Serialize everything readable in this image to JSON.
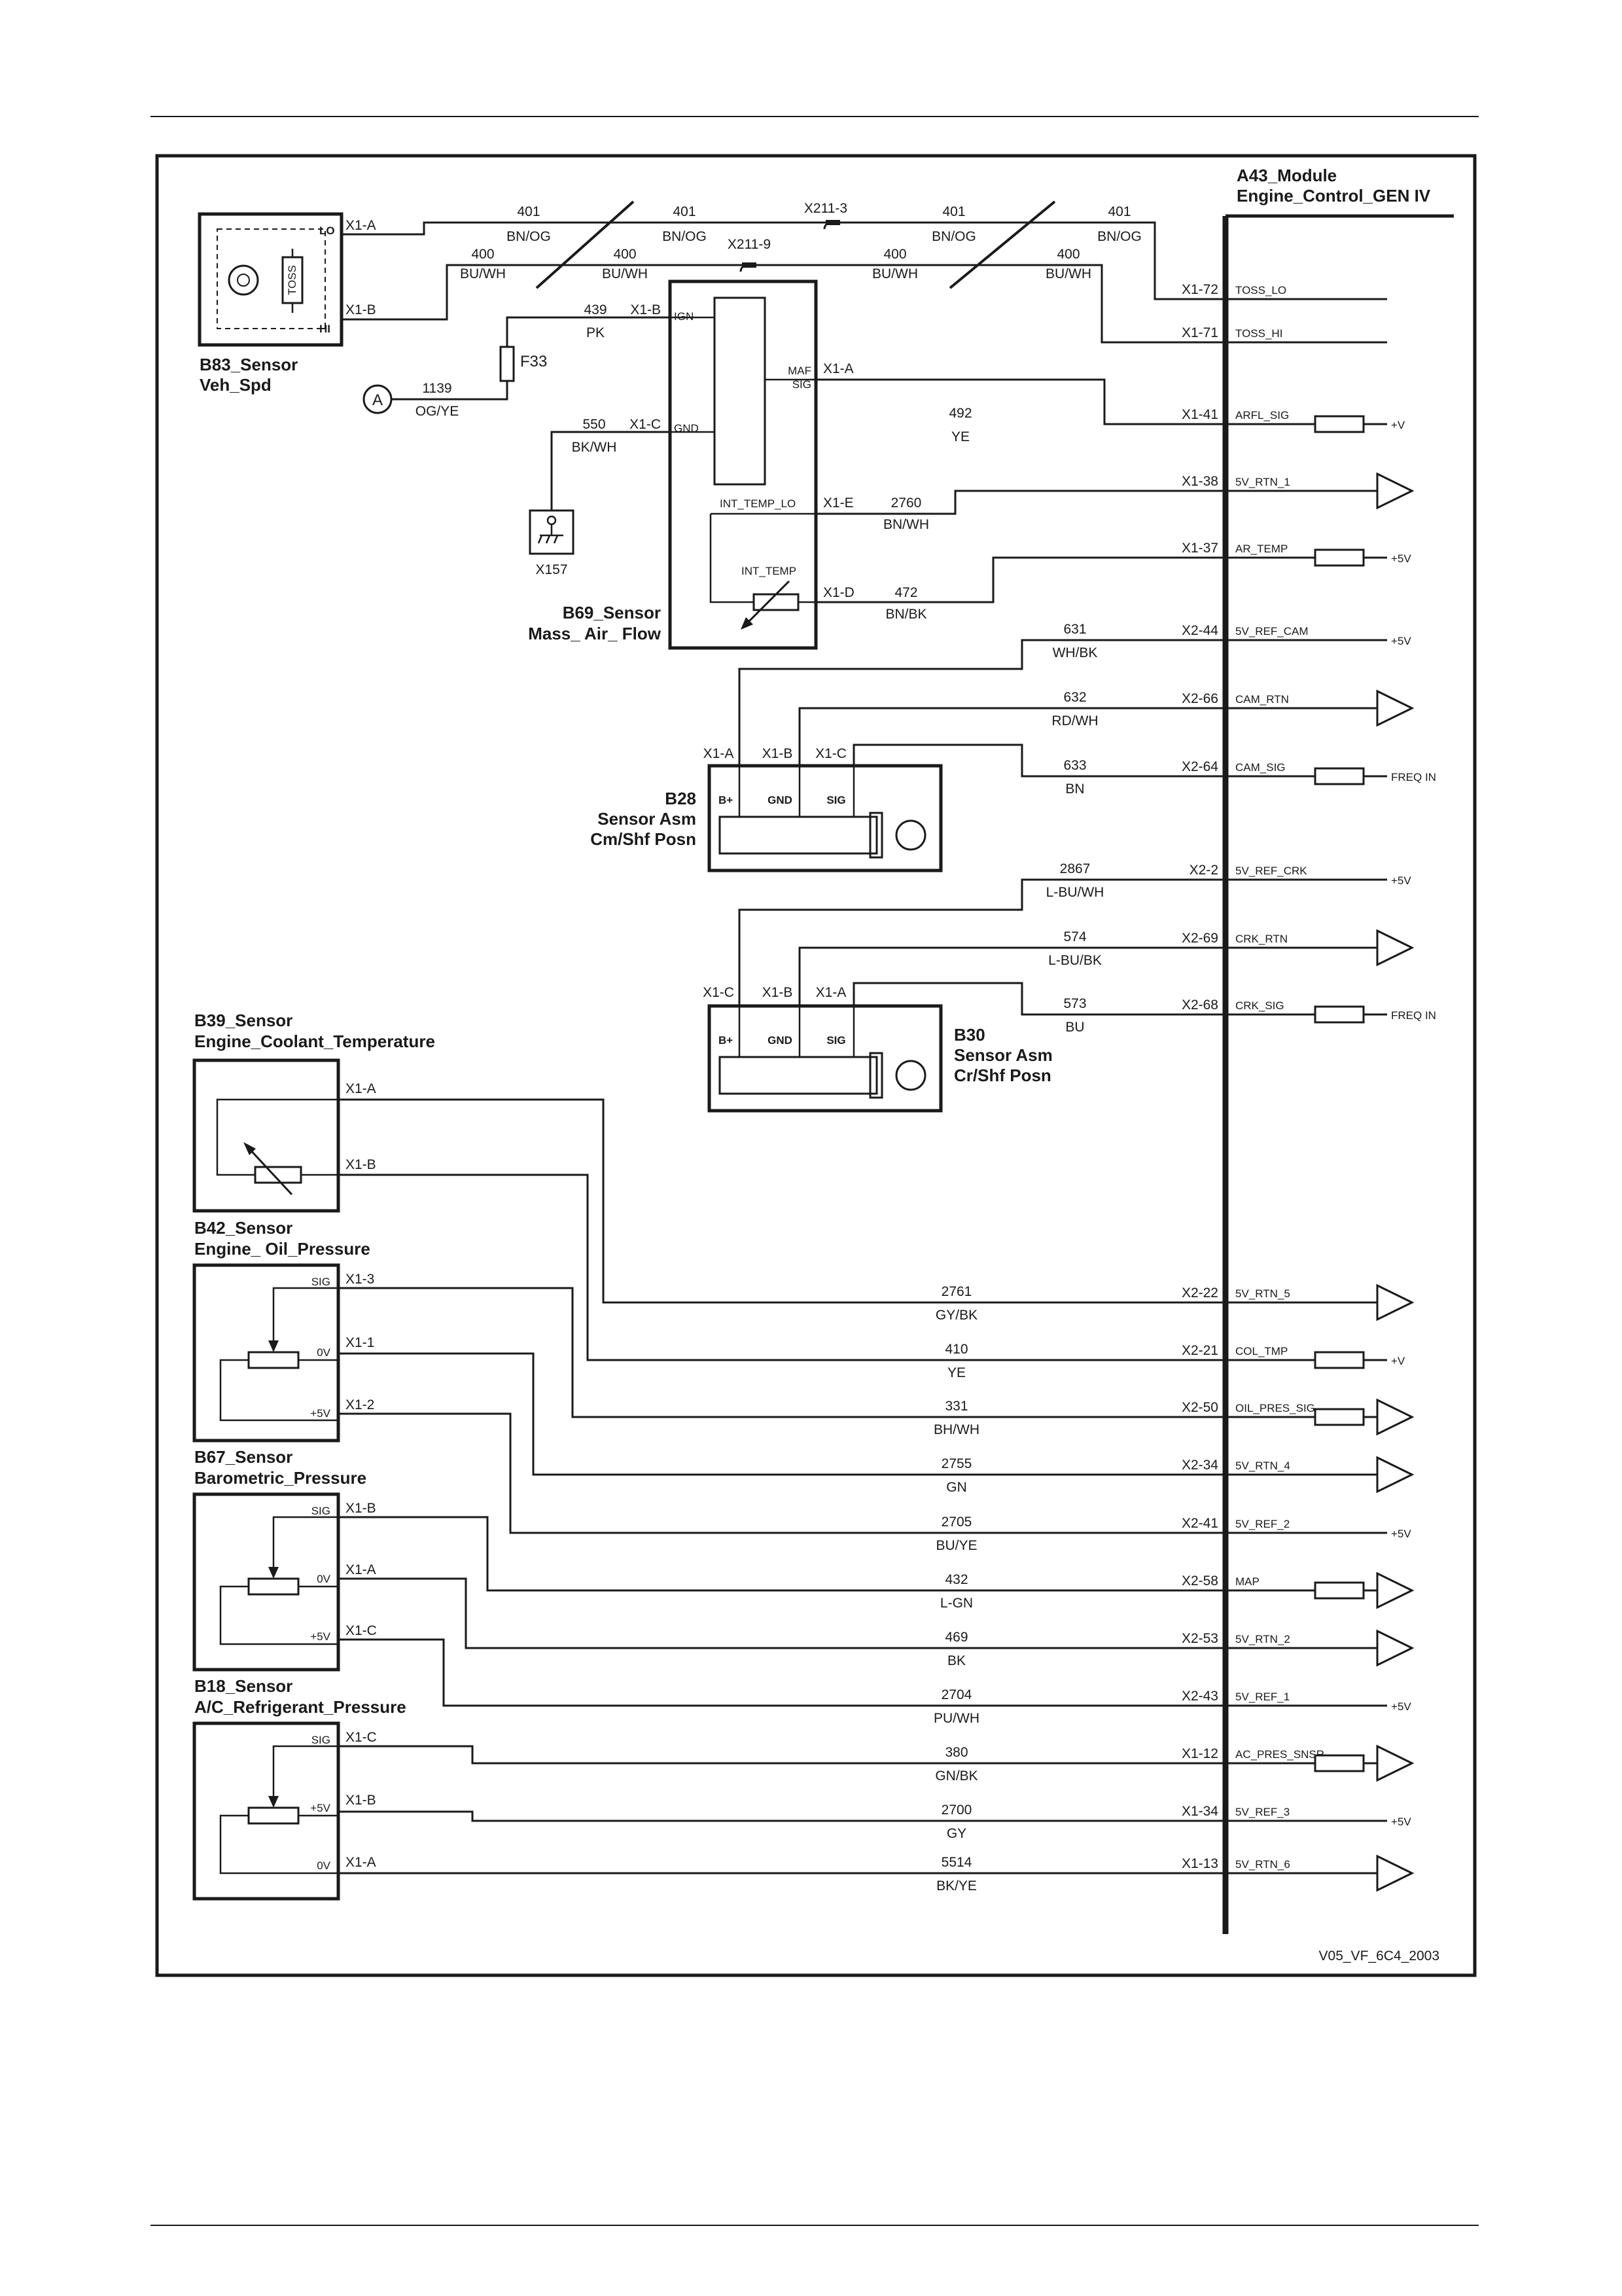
{
  "page": {
    "drawing_ref": "V05_VF_6C4_2003"
  },
  "module": {
    "line1": "A43_Module",
    "line2": "Engine_Control_GEN IV"
  },
  "b83": {
    "line1": "B83_Sensor",
    "line2": "Veh_Spd",
    "lo": "LO",
    "hi": "HI",
    "toss": "TOSS",
    "pin_a": "X1-A",
    "pin_b": "X1-B"
  },
  "b69": {
    "line1": "B69_Sensor",
    "line2": "Mass_ Air_ Flow",
    "ign": "IGN",
    "gnd": "GND",
    "maf1": "MAF",
    "maf2": "SIG",
    "int_temp_lo": "INT_TEMP_LO",
    "int_temp": "INT_TEMP",
    "pin_b": "X1-B",
    "pin_c": "X1-C",
    "pin_a": "X1-A",
    "pin_e": "X1-E",
    "pin_d": "X1-D"
  },
  "b28": {
    "line1": "B28",
    "line2": "Sensor Asm",
    "line3": "Cm/Shf Posn",
    "bplus": "B+",
    "gnd": "GND",
    "sig": "SIG",
    "pin_a": "X1-A",
    "pin_b": "X1-B",
    "pin_c": "X1-C"
  },
  "b30": {
    "line1": "B30",
    "line2": "Sensor Asm",
    "line3": "Cr/Shf Posn",
    "bplus": "B+",
    "gnd": "GND",
    "sig": "SIG",
    "pin_c": "X1-C",
    "pin_b": "X1-B",
    "pin_a": "X1-A"
  },
  "b39": {
    "line1": "B39_Sensor",
    "line2": "Engine_Coolant_Temperature",
    "pin_a": "X1-A",
    "pin_b": "X1-B"
  },
  "b42": {
    "line1": "B42_Sensor",
    "line2": "Engine_ Oil_Pressure",
    "sig": "SIG",
    "zero": "0V",
    "five": "+5V",
    "pin_3": "X1-3",
    "pin_1": "X1-1",
    "pin_2": "X1-2"
  },
  "b67": {
    "line1": "B67_Sensor",
    "line2": "Barometric_Pressure",
    "sig": "SIG",
    "zero": "0V",
    "five": "+5V",
    "pin_b": "X1-B",
    "pin_a": "X1-A",
    "pin_c": "X1-C"
  },
  "b18": {
    "line1": "B18_Sensor",
    "line2": "A/C_Refrigerant_Pressure",
    "sig": "SIG",
    "five": "+5V",
    "zero": "0V",
    "pin_c": "X1-C",
    "pin_b": "X1-B",
    "pin_a": "X1-A"
  },
  "misc": {
    "fuse": "F33",
    "ground": "X157",
    "node_a": "A",
    "conn_x211_3": "X211-3",
    "conn_x211_9": "X211-9"
  },
  "wires": {
    "w401": {
      "num": "401",
      "color": "BN/OG"
    },
    "w400": {
      "num": "400",
      "color": "BU/WH"
    },
    "w439": {
      "num": "439",
      "color": "PK"
    },
    "w1139": {
      "num": "1139",
      "color": "OG/YE"
    },
    "w550": {
      "num": "550",
      "color": "BK/WH"
    },
    "w2760": {
      "num": "2760",
      "color": "BN/WH"
    },
    "w472": {
      "num": "472",
      "color": "BN/BK"
    }
  },
  "ecm_rows": [
    {
      "pin": "X1-72",
      "sig": "TOSS_LO",
      "end": "line",
      "suffix": ""
    },
    {
      "pin": "X1-71",
      "sig": "TOSS_HI",
      "end": "line",
      "suffix": ""
    },
    {
      "pin": "X1-41",
      "num": "492",
      "color": "YE",
      "sig": "ARFL_SIG",
      "end": "resistor",
      "suffix": "+V"
    },
    {
      "pin": "X1-38",
      "sig": "5V_RTN_1",
      "end": "triangle",
      "suffix": ""
    },
    {
      "pin": "X1-37",
      "sig": "AR_TEMP",
      "end": "resistor",
      "suffix": "+5V"
    },
    {
      "pin": "X2-44",
      "num": "631",
      "color": "WH/BK",
      "sig": "5V_REF_CAM",
      "end": "line",
      "suffix": "+5V"
    },
    {
      "pin": "X2-66",
      "num": "632",
      "color": "RD/WH",
      "sig": "CAM_RTN",
      "end": "triangle",
      "suffix": ""
    },
    {
      "pin": "X2-64",
      "num": "633",
      "color": "BN",
      "sig": "CAM_SIG",
      "end": "resistor",
      "suffix": "FREQ IN"
    },
    {
      "pin": "X2-2",
      "num": "2867",
      "color": "L-BU/WH",
      "sig": "5V_REF_CRK",
      "end": "line",
      "suffix": "+5V"
    },
    {
      "pin": "X2-69",
      "num": "574",
      "color": "L-BU/BK",
      "sig": "CRK_RTN",
      "end": "triangle",
      "suffix": ""
    },
    {
      "pin": "X2-68",
      "num": "573",
      "color": "BU",
      "sig": "CRK_SIG",
      "end": "resistor",
      "suffix": "FREQ IN"
    },
    {
      "pin": "X2-22",
      "num": "2761",
      "color": "GY/BK",
      "sig": "5V_RTN_5",
      "end": "triangle",
      "suffix": ""
    },
    {
      "pin": "X2-21",
      "num": "410",
      "color": "YE",
      "sig": "COL_TMP",
      "end": "resistor",
      "suffix": "+V"
    },
    {
      "pin": "X2-50",
      "num": "331",
      "color": "BH/WH",
      "sig": "OIL_PRES_SIG",
      "end": "restri",
      "suffix": ""
    },
    {
      "pin": "X2-34",
      "num": "2755",
      "color": "GN",
      "sig": "5V_RTN_4",
      "end": "triangle",
      "suffix": ""
    },
    {
      "pin": "X2-41",
      "num": "2705",
      "color": "BU/YE",
      "sig": "5V_REF_2",
      "end": "line",
      "suffix": "+5V"
    },
    {
      "pin": "X2-58",
      "num": "432",
      "color": "L-GN",
      "sig": "MAP",
      "end": "restri",
      "suffix": ""
    },
    {
      "pin": "X2-53",
      "num": "469",
      "color": "BK",
      "sig": "5V_RTN_2",
      "end": "triangle",
      "suffix": ""
    },
    {
      "pin": "X2-43",
      "num": "2704",
      "color": "PU/WH",
      "sig": "5V_REF_1",
      "end": "line",
      "suffix": "+5V"
    },
    {
      "pin": "X1-12",
      "num": "380",
      "color": "GN/BK",
      "sig": "AC_PRES_SNSR",
      "end": "restri",
      "suffix": ""
    },
    {
      "pin": "X1-34",
      "num": "2700",
      "color": "GY",
      "sig": "5V_REF_3",
      "end": "line",
      "suffix": "+5V"
    },
    {
      "pin": "X1-13",
      "num": "5514",
      "color": "BK/YE",
      "sig": "5V_RTN_6",
      "end": "triangle",
      "suffix": ""
    }
  ]
}
